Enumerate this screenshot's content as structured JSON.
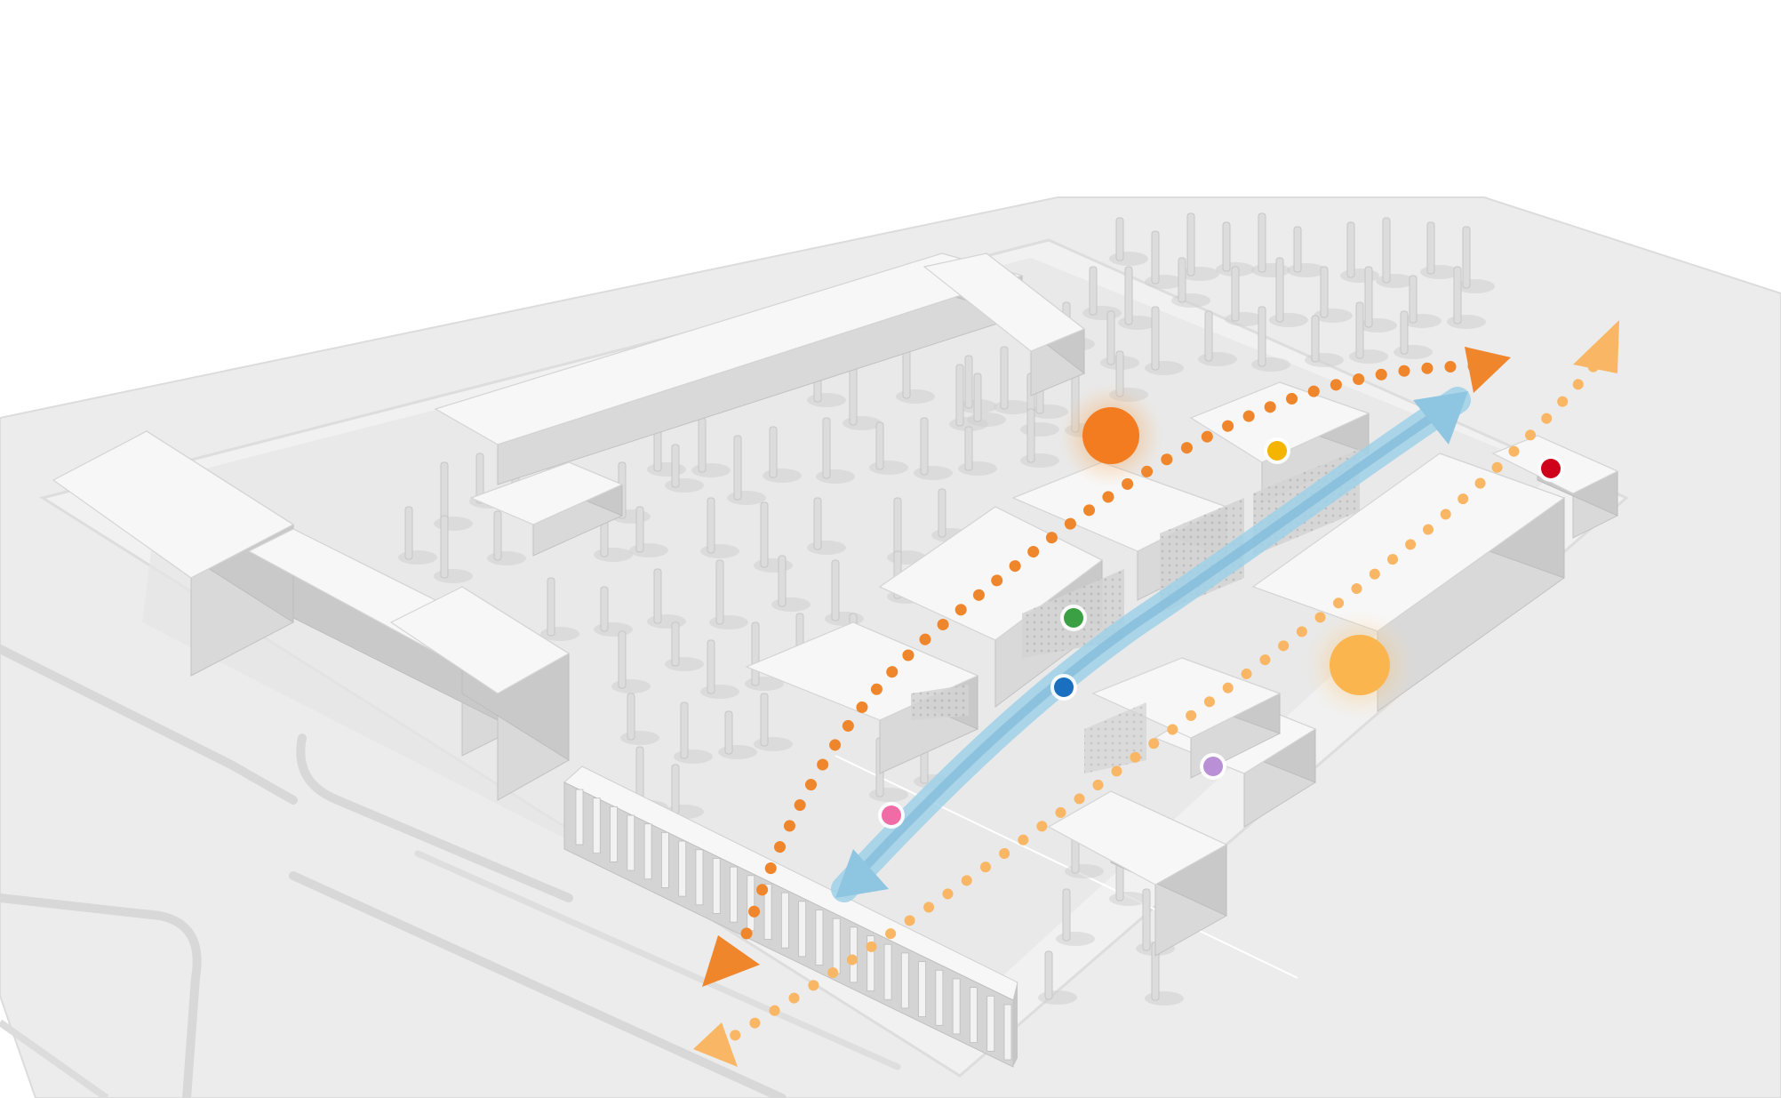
{
  "colors": {
    "background": "#ffffff",
    "ground": "#e9e9e9",
    "ground_edge": "#d7d7d7",
    "paving": "#eeeeee",
    "building_top": "#f7f7f7",
    "building_left": "#d9d9d9",
    "building_right": "#c9c9c9",
    "tree": "#dcdcdc",
    "tree_shadow": "#cfcfcf",
    "route_dark_orange": "#f0862c",
    "route_light_orange": "#f9b765",
    "route_blue": "#8ec6e2",
    "sun_dark": "#f47c20",
    "sun_light": "#fbb54f"
  },
  "markers": [
    {
      "name": "marker-yellow",
      "color": "#f4b400"
    },
    {
      "name": "marker-red",
      "color": "#d0021b"
    },
    {
      "name": "marker-green",
      "color": "#3aa043"
    },
    {
      "name": "marker-blue",
      "color": "#1a6fc0"
    },
    {
      "name": "marker-purple",
      "color": "#b98fd6"
    },
    {
      "name": "marker-pink",
      "color": "#f06ca6"
    }
  ],
  "icons": {
    "sun_primary": "sun-icon",
    "sun_secondary": "sun-icon",
    "arrow": "arrow-head-icon"
  }
}
